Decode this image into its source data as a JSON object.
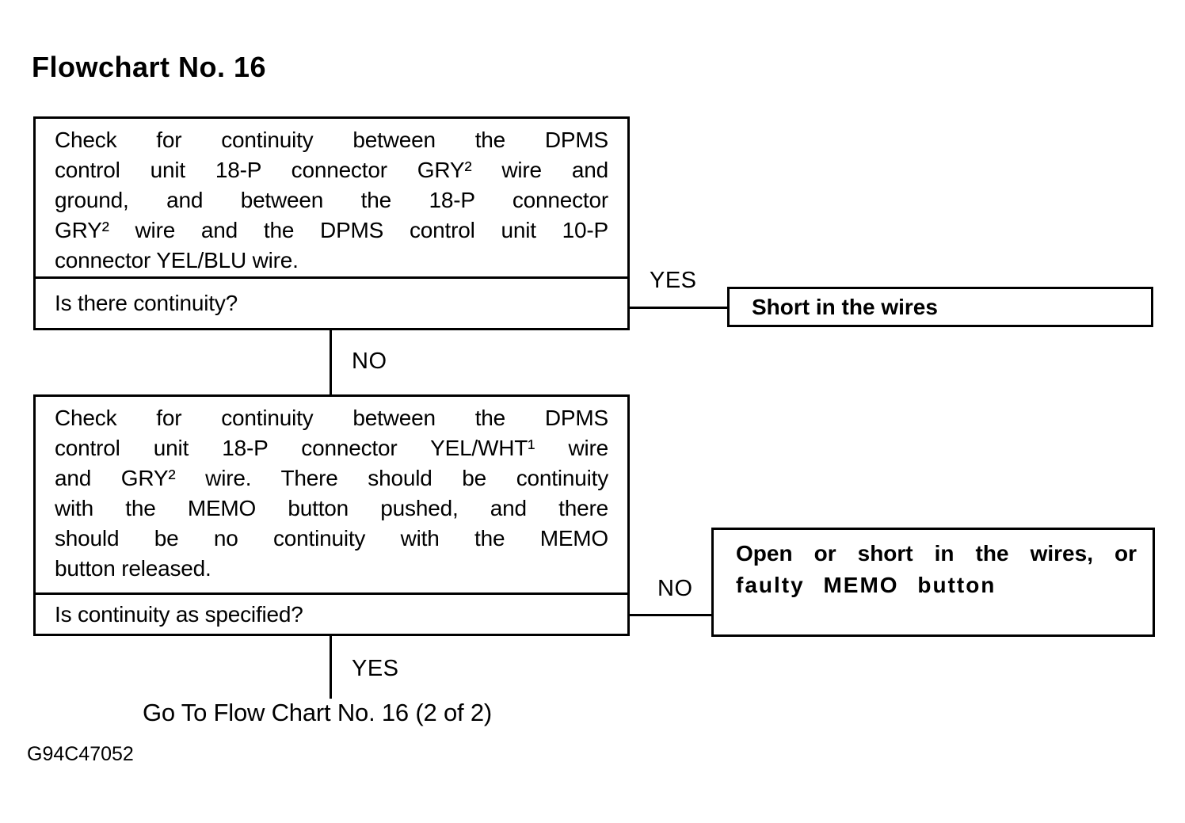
{
  "page": {
    "title": "Flowchart No. 16",
    "figure_code": "G94C47052"
  },
  "colors": {
    "ink": "#000000",
    "paper": "#ffffff"
  },
  "flowchart": {
    "step1": {
      "instruction_lines": [
        "Check for continuity between the DPMS",
        "control unit 18-P connector GRY² wire and",
        "ground, and between the 18-P connector",
        "GRY² wire and the DPMS control unit 10-P",
        "connector YEL/BLU wire."
      ],
      "question": "Is there continuity?",
      "yes_label": "YES",
      "no_label": "NO",
      "yes_result_lines": [
        "Short in the wires"
      ]
    },
    "step2": {
      "instruction_lines": [
        "Check for continuity between the DPMS",
        "control unit 18-P connector YEL/WHT¹ wire",
        "and GRY² wire. There should be continuity",
        "with the MEMO button pushed, and there",
        "should be no continuity with the MEMO",
        "button released."
      ],
      "question": "Is continuity as specified?",
      "no_label": "NO",
      "yes_label": "YES",
      "no_result_lines": [
        "Open or short in the wires, or",
        "faulty MEMO button"
      ]
    },
    "terminal": {
      "text": "Go To Flow Chart No. 16 (2 of 2)"
    }
  }
}
